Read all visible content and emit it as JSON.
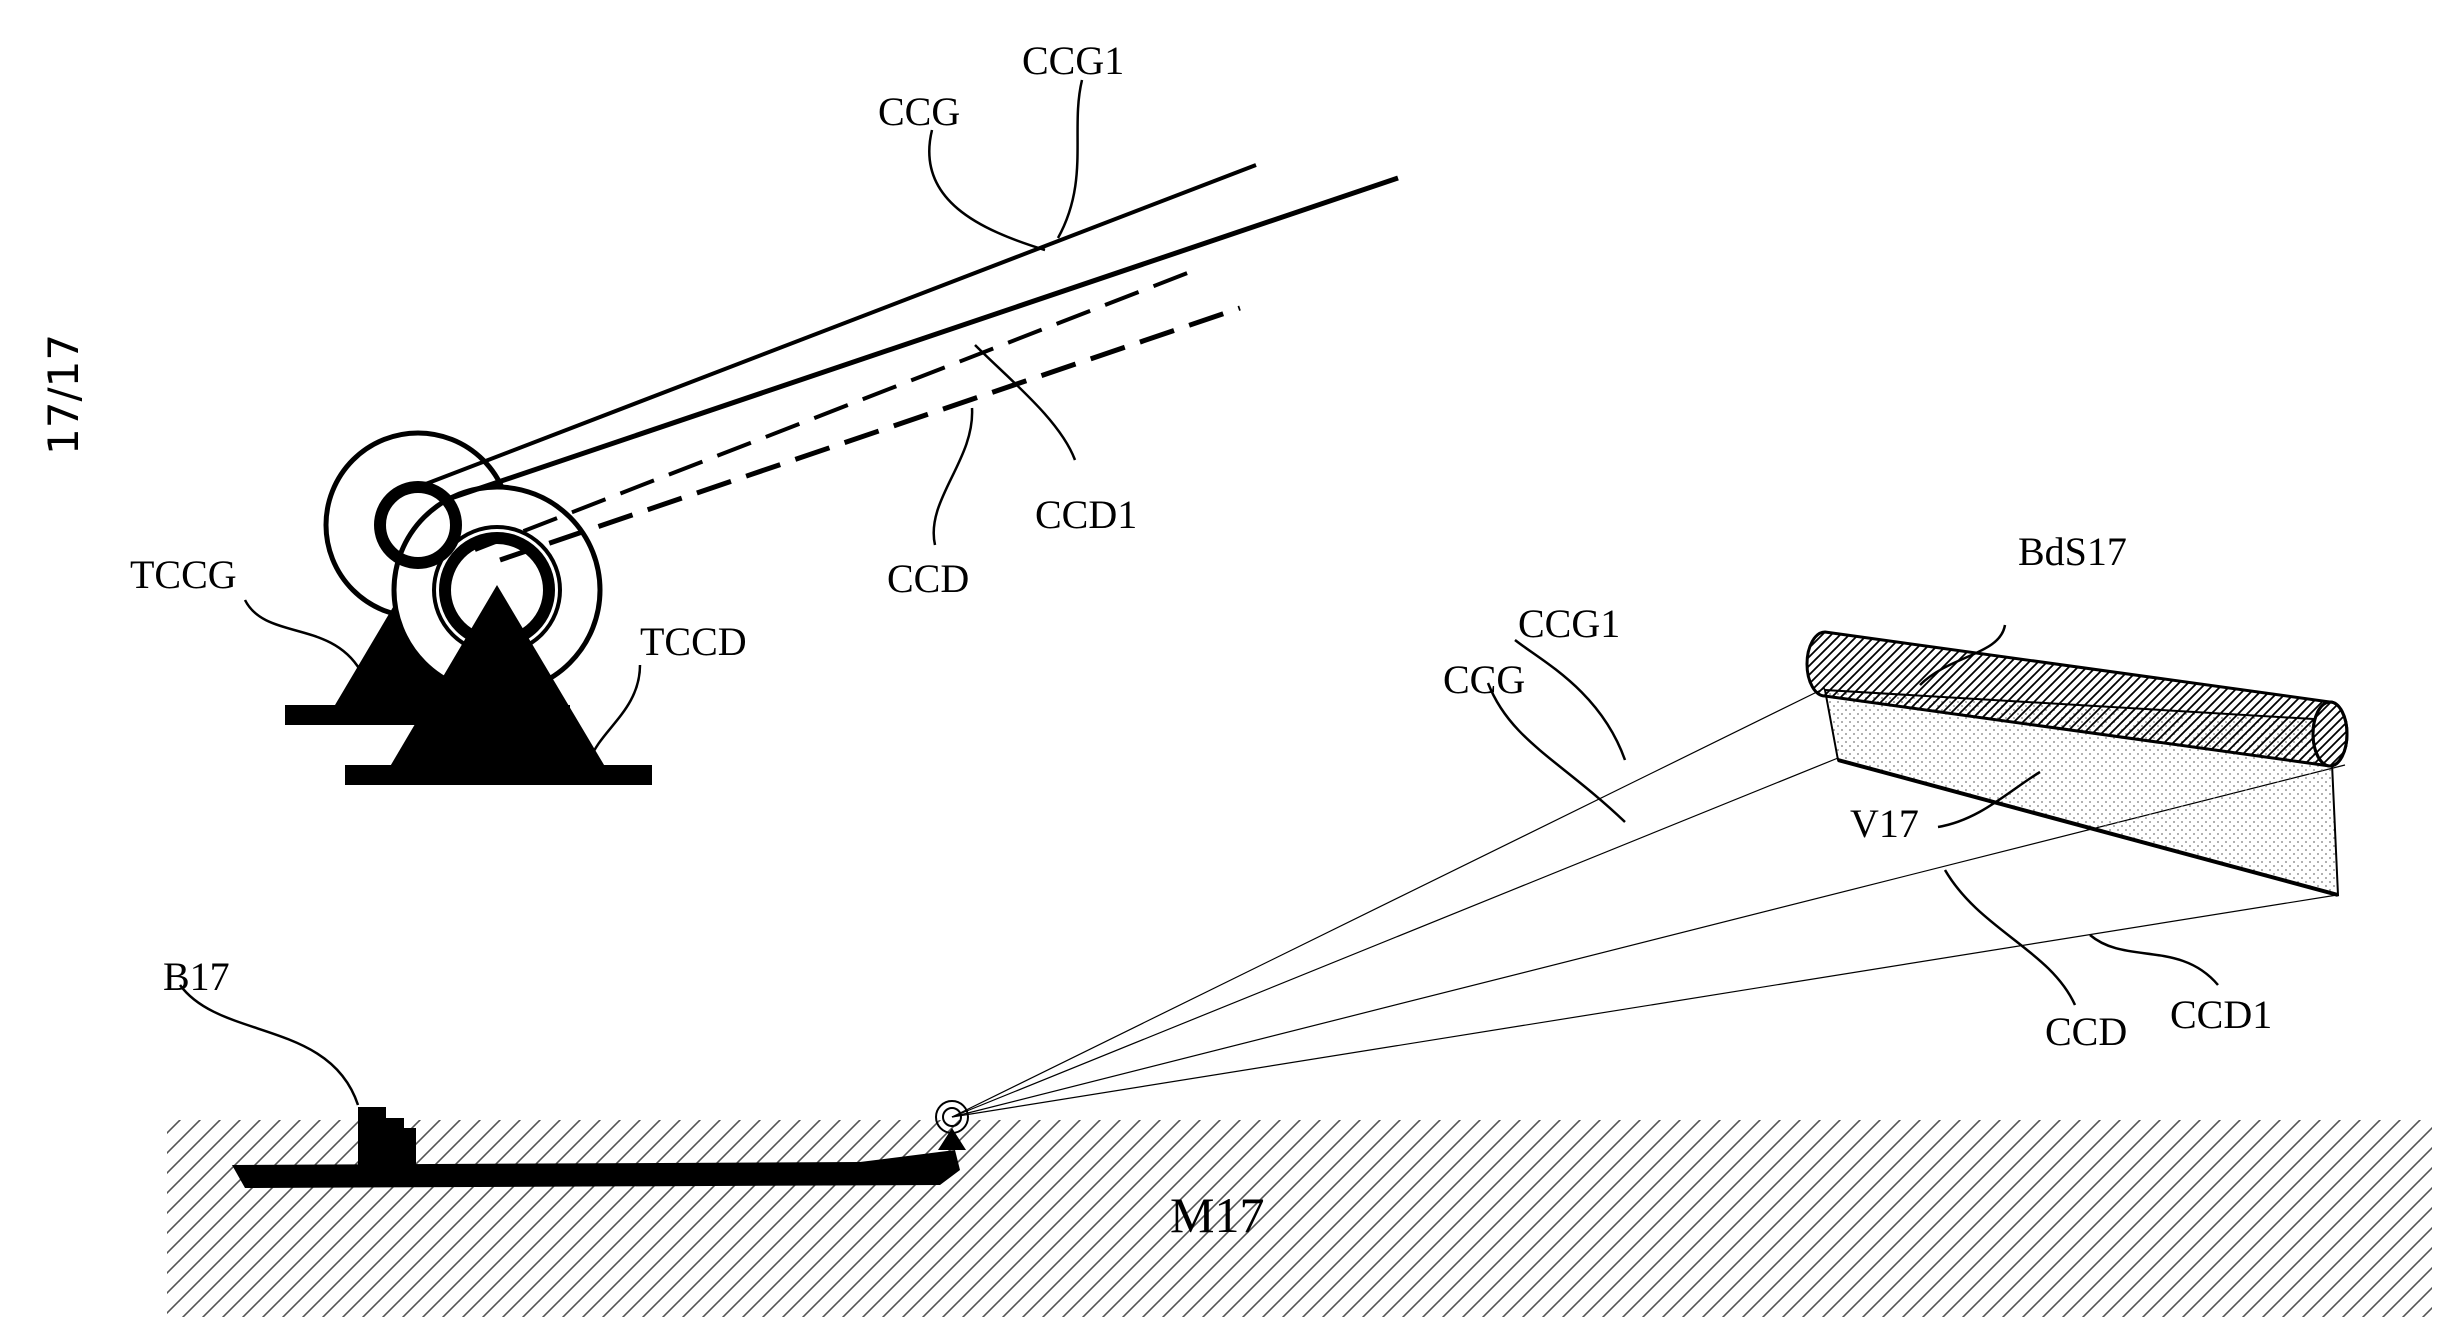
{
  "sheet_label": "17/17",
  "top_detail": {
    "left_winch_label": "TCCG",
    "right_winch_label": "TCCD",
    "cable_left_label": "CCG",
    "cable_left_alt_label": "CCG1",
    "cable_right_label": "CCD",
    "cable_right_alt_label": "CCD1"
  },
  "scene": {
    "ship_label": "B17",
    "sea_label": "M17",
    "kite_wing_label": "BdS17",
    "kite_canopy_label": "V17",
    "cable_left_label": "CCG",
    "cable_left_alt_label": "CCG1",
    "cable_right_label": "CCD",
    "cable_right_alt_label": "CCD1"
  }
}
